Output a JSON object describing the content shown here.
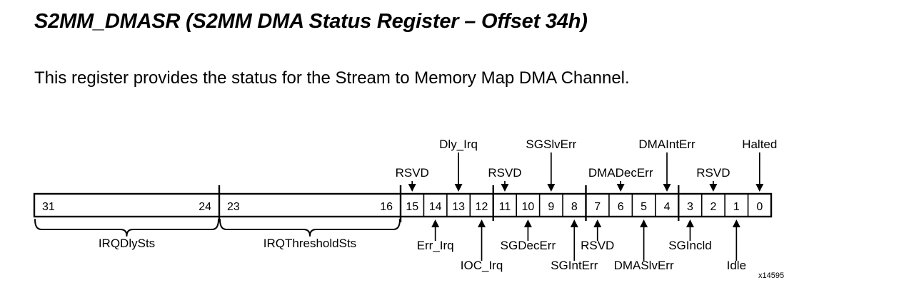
{
  "register": {
    "title": "S2MM_DMASR (S2MM DMA Status Register – Offset 34h)",
    "description": "This register provides the status for the Stream to Memory Map DMA Channel."
  },
  "figure": {
    "id_label": "x14595",
    "wide_fields": [
      {
        "name": "IRQDlySts",
        "msb": "31",
        "lsb": "24"
      },
      {
        "name": "IRQThresholdSts",
        "msb": "23",
        "lsb": "16"
      }
    ],
    "bit_numbers": [
      "15",
      "14",
      "13",
      "12",
      "11",
      "10",
      "9",
      "8",
      "7",
      "6",
      "5",
      "4",
      "3",
      "2",
      "1",
      "0"
    ],
    "top_callouts": [
      {
        "bit": "15",
        "label": "RSVD"
      },
      {
        "bit": "13",
        "label": "Dly_Irq"
      },
      {
        "bit": "11",
        "label": "RSVD"
      },
      {
        "bit": "9",
        "label": "SGSlvErr"
      },
      {
        "bit": "6",
        "label": "DMADecErr"
      },
      {
        "bit": "4",
        "label": "DMAIntErr"
      },
      {
        "bit": "2",
        "label": "RSVD"
      },
      {
        "bit": "0",
        "label": "Halted"
      }
    ],
    "bottom_callouts": [
      {
        "bit": "14",
        "label": "Err_Irq"
      },
      {
        "bit": "12",
        "label": "IOC_Irq"
      },
      {
        "bit": "10",
        "label": "SGDecErr"
      },
      {
        "bit": "8",
        "label": "SGIntErr"
      },
      {
        "bit": "7",
        "label": "RSVD"
      },
      {
        "bit": "5",
        "label": "DMASlvErr"
      },
      {
        "bit": "3",
        "label": "SGIncld"
      },
      {
        "bit": "1",
        "label": "Idle"
      }
    ],
    "colors": {
      "ink": "#000000",
      "background": "#ffffff"
    }
  }
}
